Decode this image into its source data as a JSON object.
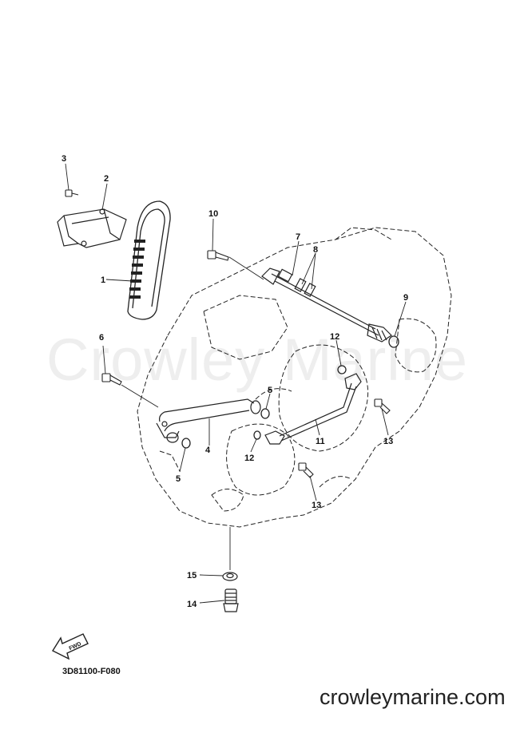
{
  "watermark": "Crowley Marine",
  "reference_code": "3D81100-F080",
  "website": "crowleymarine.com",
  "fwd_label": "FWD",
  "callouts": {
    "c1": "1",
    "c2": "2",
    "c3": "3",
    "c4": "4",
    "c5a": "5",
    "c5b": "5",
    "c6": "6",
    "c7": "7",
    "c8": "8",
    "c9": "9",
    "c10": "10",
    "c11": "11",
    "c12a": "12",
    "c12b": "12",
    "c13a": "13",
    "c13b": "13",
    "c14": "14",
    "c15": "15"
  }
}
